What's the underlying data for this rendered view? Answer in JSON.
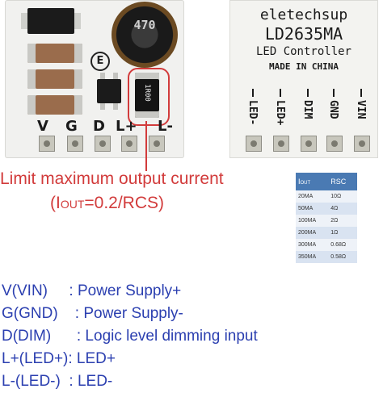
{
  "board_left": {
    "inductor_label": "470",
    "ce_mark": "E",
    "resistor_label": "1R00",
    "pin_labels": [
      "V",
      "G",
      "D",
      "L+",
      "L-"
    ]
  },
  "board_right": {
    "brand": "eletechsup",
    "model": "LD2635MA",
    "subtitle": "LED Controller",
    "origin": "MADE IN CHINA",
    "pin_labels": [
      "LED-",
      "LED+",
      "DIM",
      "GND",
      "VIN"
    ]
  },
  "caption": {
    "line1": "Limit maximum output current",
    "line2_prefix": "(I",
    "line2_sub": "OUT",
    "line2_rest": "=0.2/RCS)"
  },
  "rsc_table": {
    "header_sub": "OUT",
    "header_i": "I",
    "header_rsc": "RSC",
    "rows": [
      [
        "20MA",
        "10Ω"
      ],
      [
        "50MA",
        "4Ω"
      ],
      [
        "100MA",
        "2Ω"
      ],
      [
        "200MA",
        "1Ω"
      ],
      [
        "300MA",
        "0.68Ω"
      ],
      [
        "350MA",
        "0.58Ω"
      ]
    ]
  },
  "descriptions": [
    "V(VIN)     : Power Supply+",
    "G(GND)    : Power Supply-",
    "D(DIM)      : Logic level dimming input",
    "L+(LED+): LED+",
    "L-(LED-)  : LED-"
  ],
  "colors": {
    "accent_red": "#d23b3b",
    "description_blue": "#2b3fb0",
    "table_header": "#4a7ab3"
  }
}
